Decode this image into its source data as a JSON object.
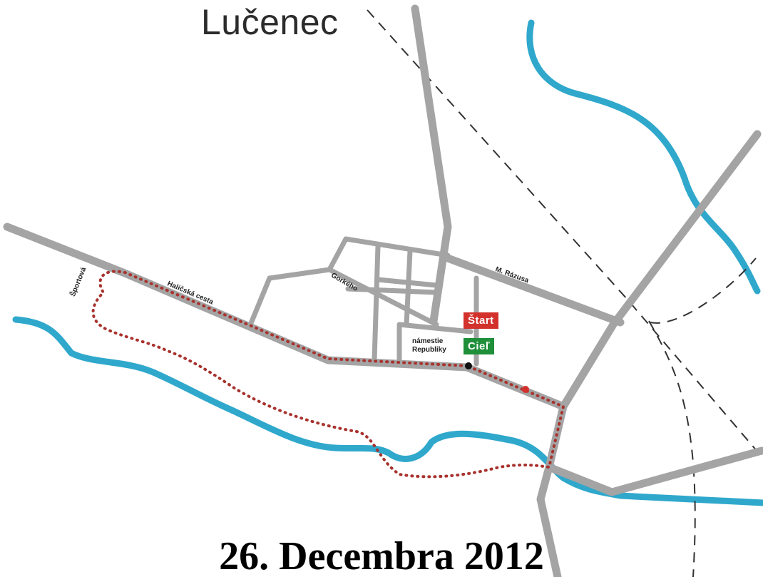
{
  "map": {
    "city_name": "Lučenec",
    "date": "26. Decembra 2012",
    "colors": {
      "road": "#a4a4a4",
      "river": "#2fa8cc",
      "route": "#a8322d",
      "railway": "#333333",
      "start_badge": "#d2312c",
      "finish_badge": "#1f8f3a"
    },
    "streets": {
      "halicska": "Haličská cesta",
      "gorkeho": "Gorkého",
      "razusa": "M. Rázusa",
      "sportova": "Športová"
    },
    "places": {
      "square_line1": "námestie",
      "square_line2": "Republiky"
    },
    "markers": {
      "start": "Štart",
      "finish": "Cieľ"
    }
  }
}
